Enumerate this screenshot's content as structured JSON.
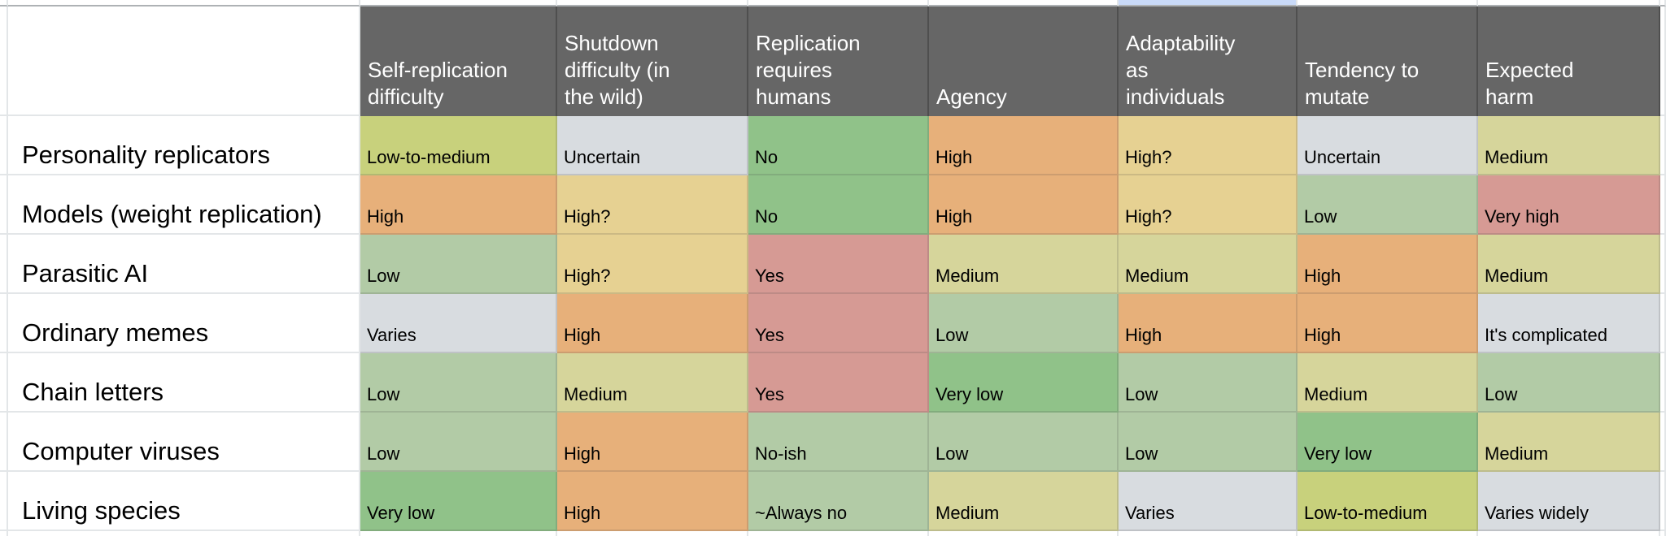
{
  "sheet": {
    "corner_label": "",
    "columns": [
      "Self-replication difficulty",
      "Shutdown difficulty (in the wild)",
      "Replication requires humans",
      "Agency",
      "Adaptability as individuals",
      "Tendency to mutate",
      "Expected harm"
    ],
    "rows": [
      {
        "label": "Personality replicators",
        "values": [
          {
            "text": "Low-to-medium",
            "tone": "yellow_green"
          },
          {
            "text": "Uncertain",
            "tone": "gray"
          },
          {
            "text": "No",
            "tone": "green"
          },
          {
            "text": "High",
            "tone": "orange"
          },
          {
            "text": "High?",
            "tone": "yellow"
          },
          {
            "text": "Uncertain",
            "tone": "gray"
          },
          {
            "text": "Medium",
            "tone": "khaki"
          }
        ]
      },
      {
        "label": "Models (weight replication)",
        "values": [
          {
            "text": "High",
            "tone": "orange"
          },
          {
            "text": "High?",
            "tone": "yellow"
          },
          {
            "text": "No",
            "tone": "green"
          },
          {
            "text": "High",
            "tone": "orange"
          },
          {
            "text": "High?",
            "tone": "yellow"
          },
          {
            "text": "Low",
            "tone": "sage"
          },
          {
            "text": "Very high",
            "tone": "red"
          }
        ]
      },
      {
        "label": "Parasitic AI",
        "values": [
          {
            "text": "Low",
            "tone": "sage"
          },
          {
            "text": "High?",
            "tone": "yellow"
          },
          {
            "text": "Yes",
            "tone": "red"
          },
          {
            "text": "Medium",
            "tone": "khaki"
          },
          {
            "text": "Medium",
            "tone": "khaki"
          },
          {
            "text": "High",
            "tone": "orange"
          },
          {
            "text": "Medium",
            "tone": "khaki"
          }
        ]
      },
      {
        "label": "Ordinary memes",
        "values": [
          {
            "text": "Varies",
            "tone": "gray"
          },
          {
            "text": "High",
            "tone": "orange"
          },
          {
            "text": "Yes",
            "tone": "red"
          },
          {
            "text": "Low",
            "tone": "sage"
          },
          {
            "text": "High",
            "tone": "orange"
          },
          {
            "text": "High",
            "tone": "orange"
          },
          {
            "text": "It's complicated",
            "tone": "gray"
          }
        ]
      },
      {
        "label": "Chain letters",
        "values": [
          {
            "text": "Low",
            "tone": "sage"
          },
          {
            "text": "Medium",
            "tone": "khaki"
          },
          {
            "text": "Yes",
            "tone": "red"
          },
          {
            "text": "Very low",
            "tone": "green"
          },
          {
            "text": "Low",
            "tone": "sage"
          },
          {
            "text": "Medium",
            "tone": "khaki"
          },
          {
            "text": "Low",
            "tone": "sage"
          }
        ]
      },
      {
        "label": "Computer viruses",
        "values": [
          {
            "text": "Low",
            "tone": "sage"
          },
          {
            "text": "High",
            "tone": "orange"
          },
          {
            "text": "No-ish",
            "tone": "sage"
          },
          {
            "text": "Low",
            "tone": "sage"
          },
          {
            "text": "Low",
            "tone": "sage"
          },
          {
            "text": "Very low",
            "tone": "green"
          },
          {
            "text": "Medium",
            "tone": "khaki"
          }
        ]
      },
      {
        "label": "Living species",
        "values": [
          {
            "text": "Very low",
            "tone": "green"
          },
          {
            "text": "High",
            "tone": "orange"
          },
          {
            "text": "~Always no",
            "tone": "sage"
          },
          {
            "text": "Medium",
            "tone": "khaki"
          },
          {
            "text": "Varies",
            "tone": "gray"
          },
          {
            "text": "Low-to-medium",
            "tone": "yellow_green"
          },
          {
            "text": "Varies widely",
            "tone": "gray"
          }
        ]
      }
    ]
  },
  "palette": {
    "header_background": "#666666",
    "header_text": "#ffffff",
    "green": "#90c289",
    "sage": "#b2cba6",
    "khaki": "#d6d59b",
    "yellow_green": "#c8d17c",
    "yellow": "#e6d192",
    "orange": "#e7b07a",
    "red": "#d69a94",
    "gray": "#d8dce0",
    "selection_blue": "#c9daf8"
  }
}
